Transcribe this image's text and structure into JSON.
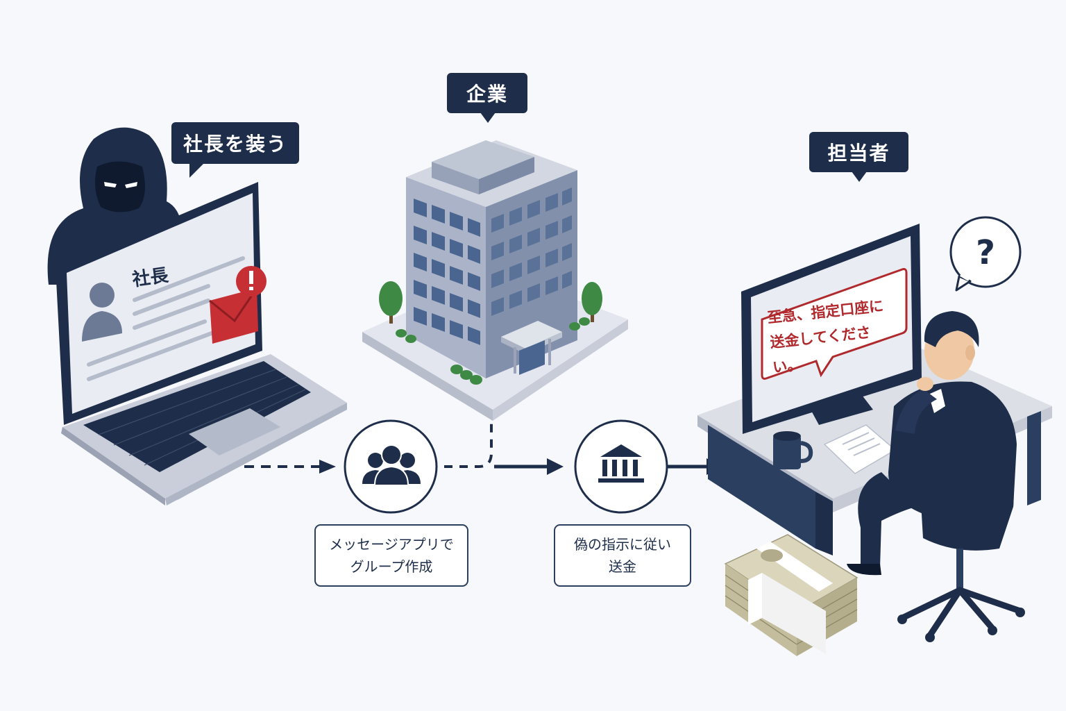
{
  "actors": {
    "impersonator_label": "社長を装う",
    "company_label": "企業",
    "staff_label": "担当者"
  },
  "laptop": {
    "screen_name": "社長"
  },
  "steps": {
    "step1_line1": "メッセージアプリで",
    "step1_line2": "グループ作成",
    "step2_line1": "偽の指示に従い",
    "step2_line2": "送金"
  },
  "monitor": {
    "message_line1": "至急、指定口座に",
    "message_line2": "送金してください。"
  },
  "colors": {
    "navy": "#1e2e4a",
    "alert_red": "#c62f33",
    "screen_bg": "#e9ecf2",
    "building_window": "#4a6590",
    "tree_green": "#3e8a45",
    "cash_tan": "#cfcab0"
  }
}
